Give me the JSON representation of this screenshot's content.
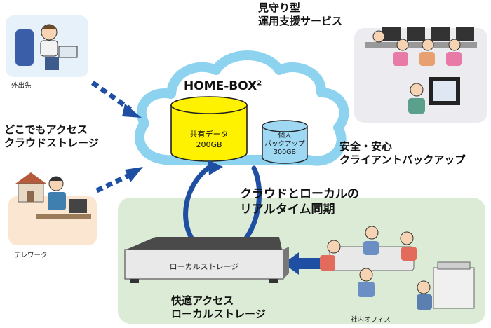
{
  "cloud": {
    "title": "HOME-BOX",
    "title_sup": "2",
    "shared": {
      "line1": "共有データ",
      "line2": "200GB"
    },
    "personal": {
      "line1": "個人",
      "line2": "バックアップ",
      "line3": "300GB"
    }
  },
  "labels": {
    "monitoring": "見守り型\n運用支援サービス",
    "access": "どこでもアクセス\nクラウドストレージ",
    "safe": "安全・安心\nクライアントバックアップ",
    "sync": "クラウドとローカルの\nリアルタイム同期",
    "local": "快適アクセス\nローカルストレージ",
    "outside": "外出先",
    "telework": "テレワーク",
    "office": "社内オフィス",
    "device": "ローカルストレージ"
  },
  "colors": {
    "cloud_border": "#8dd3ef",
    "disk_yellow": "#fff200",
    "disk_blue": "#9ed8f2",
    "arrow_blue": "#1f4fa3",
    "office_bg": "#dcebd5",
    "monitor_bg": "#ececf0",
    "telework_bg": "#fbe6d2"
  }
}
